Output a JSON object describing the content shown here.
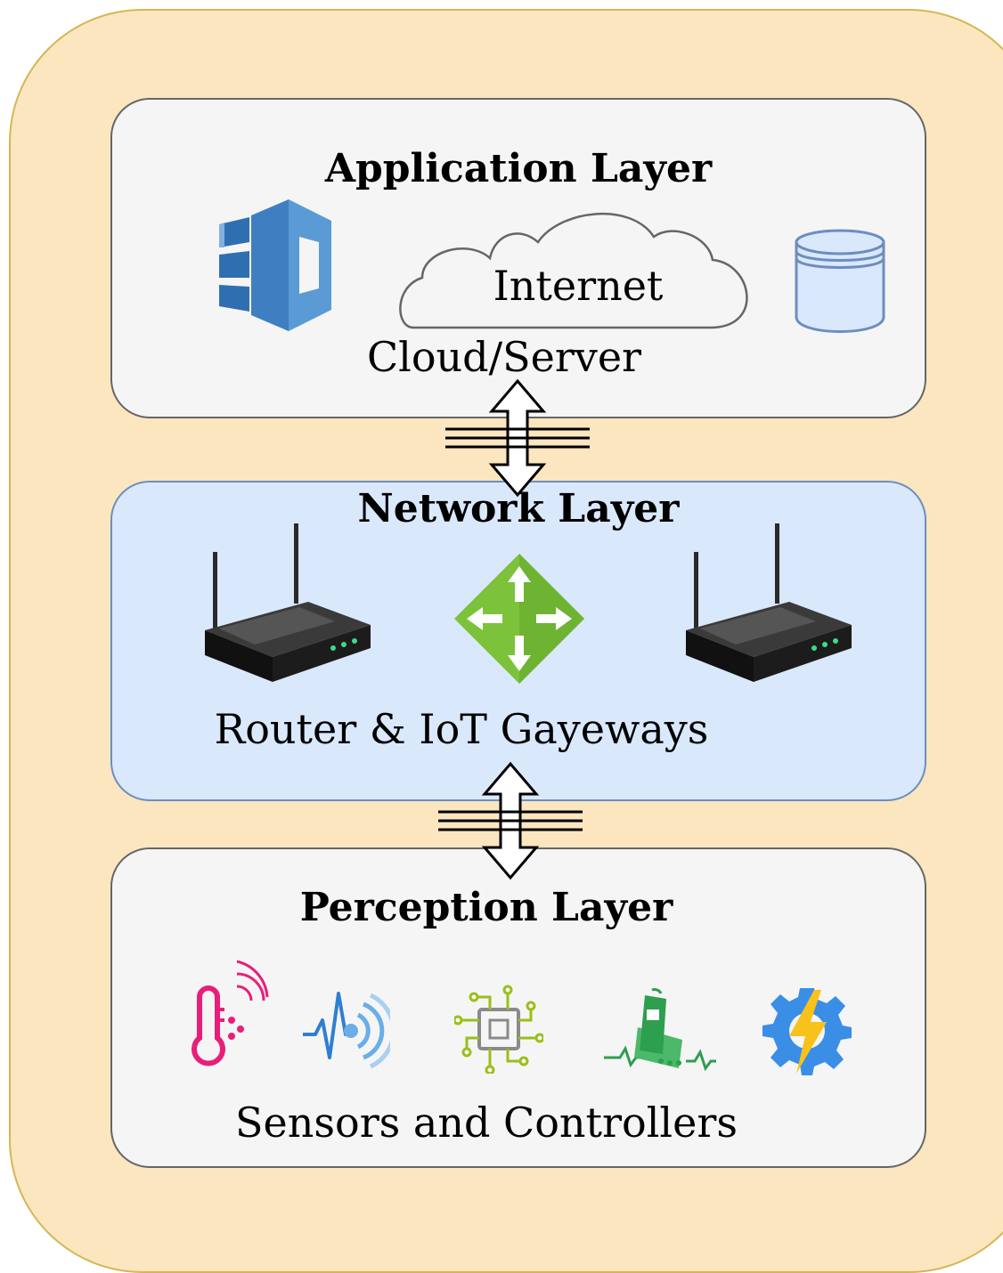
{
  "application_layer": {
    "title": "Application Layer",
    "cloud_label": "Internet",
    "caption": "Cloud/Server",
    "icons": [
      "aws-3d-icon",
      "cloud-icon",
      "database-icon"
    ]
  },
  "network_layer": {
    "title": "Network Layer",
    "caption": "Router & IoT Gayeways",
    "icons": [
      "wireless-router-icon",
      "gateway-router-icon",
      "wireless-router-icon"
    ]
  },
  "perception_layer": {
    "title": "Perception Layer",
    "caption": "Sensors and Controllers",
    "icons": [
      "temperature-sensor-icon",
      "signal-sensor-icon",
      "microchip-icon",
      "iot-device-icon",
      "power-gear-icon"
    ]
  },
  "colors": {
    "outer_fill": "#fbe6c0",
    "outer_border": "#d6b656",
    "layer_fill": "#f5f5f5",
    "network_fill": "#dae8fc",
    "network_border": "#6c8ebf",
    "aws_blue": "#3f7fc1",
    "gateway_green": "#7cc33b",
    "sensor_pink": "#ea1e7a",
    "gear_blue": "#3a8ee6",
    "bolt_yellow": "#f8c21b"
  }
}
